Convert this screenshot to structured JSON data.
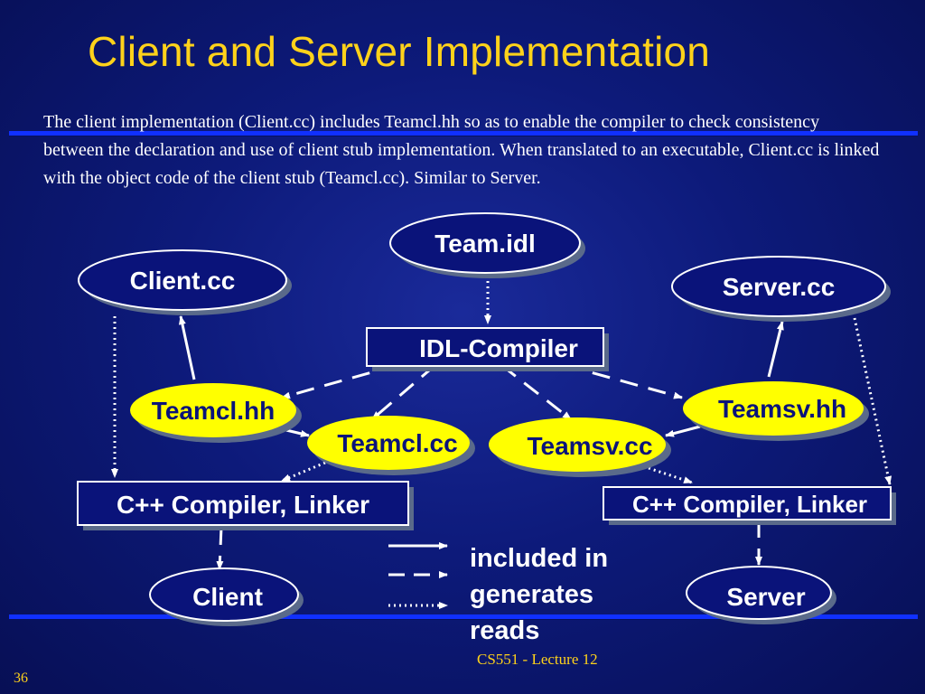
{
  "slide": {
    "title": "Client and Server Implementation",
    "paragraph": "The client implementation (Client.cc) includes Teamcl.hh so as to enable the compiler to check consistency between the declaration and use of client stub implementation. When translated to an executable, Client.cc is linked with the object code of the client stub (Teamcl.cc). Similar to Server.",
    "footer": "CS551 - Lecture 12",
    "page_number": "36"
  },
  "diagram": {
    "team_idl": "Team.idl",
    "client_cc": "Client.cc",
    "server_cc": "Server.cc",
    "idl_compiler": "IDL-Compiler",
    "teamcl_hh": "Teamcl.hh",
    "teamcl_cc": "Teamcl.cc",
    "teamsv_cc": "Teamsv.cc",
    "teamsv_hh": "Teamsv.hh",
    "cpp_left": "C++ Compiler, Linker",
    "cpp_right": "C++ Compiler, Linker",
    "client": "Client",
    "server": "Server"
  },
  "legend": {
    "included_in": "included in",
    "generates": "generates",
    "reads": "reads"
  },
  "colors": {
    "title": "#ffd21a",
    "node_navy": "#0a137a",
    "node_yellow": "#ffff00",
    "rule": "#1030ff",
    "arrow": "#ffffff"
  }
}
